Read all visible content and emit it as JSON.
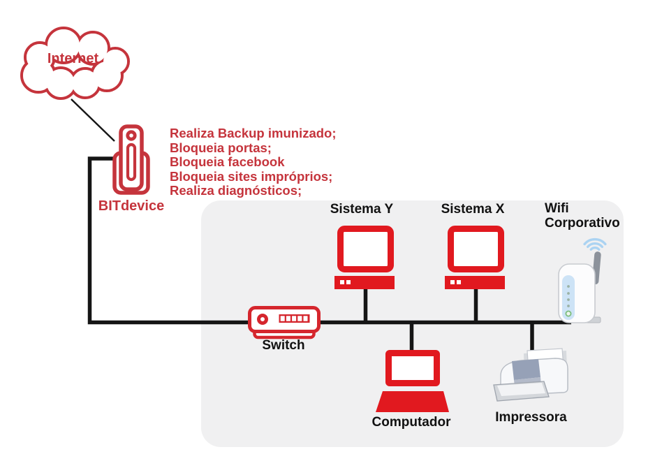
{
  "colors": {
    "accent_red": "#c5343c",
    "icon_red": "#e1191f",
    "switch_red": "#d5262d",
    "line_black": "#151515",
    "panel_gray": "#f0f0f1",
    "wifi_blue": "#abd3f2"
  },
  "internet": {
    "label": "Internet",
    "icon": "cloud-icon"
  },
  "bitdevice": {
    "label": "BITdevice",
    "icon": "usb-security-device-icon",
    "features": [
      "Realiza Backup imunizado;",
      "Bloqueia portas;",
      "Bloqueia facebook",
      "Bloqueia sites impróprios;",
      "Realiza diagnósticos;"
    ]
  },
  "lan": {
    "switch": {
      "label": "Switch",
      "icon": "network-switch-icon"
    },
    "sistema_y": {
      "label": "Sistema Y",
      "icon": "desktop-monitor-icon"
    },
    "sistema_x": {
      "label": "Sistema X",
      "icon": "desktop-monitor-icon"
    },
    "wifi": {
      "label_line1": "Wifi",
      "label_line2": "Corporativo",
      "icon": "wifi-router-icon"
    },
    "computador": {
      "label": "Computador",
      "icon": "laptop-icon"
    },
    "impressora": {
      "label": "Impressora",
      "icon": "printer-icon"
    }
  }
}
